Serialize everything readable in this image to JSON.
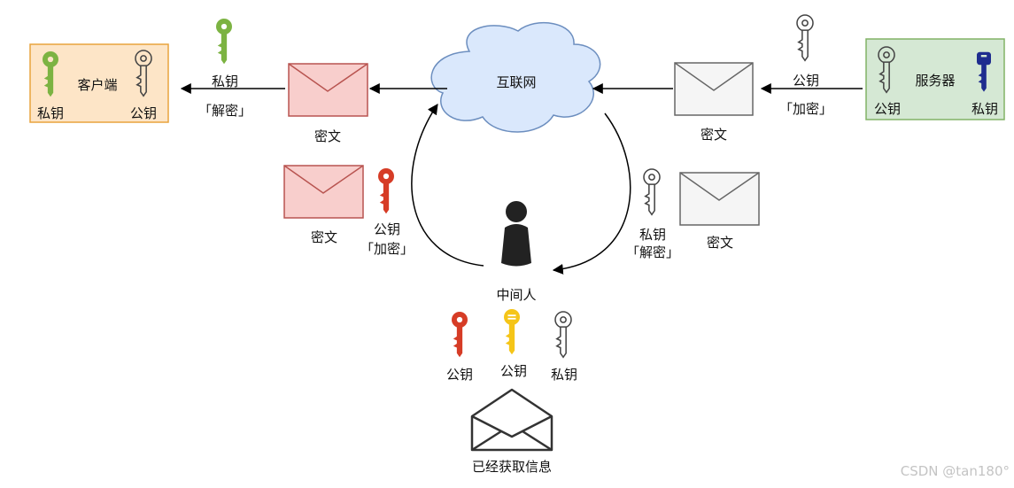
{
  "client": {
    "label": "客户端",
    "private_key_label": "私钥",
    "public_key_label": "公钥"
  },
  "server": {
    "label": "服务器",
    "public_key_label": "公钥",
    "private_key_label": "私钥"
  },
  "internet": {
    "label": "互联网"
  },
  "top_left": {
    "key_label": "私钥",
    "action_label": "「解密」",
    "envelope_label": "密文"
  },
  "top_right": {
    "key_label": "公钥",
    "action_label": "「加密」",
    "envelope_label": "密文"
  },
  "middle_left": {
    "envelope_label": "密文",
    "key_label": "公钥",
    "action_label": "「加密」"
  },
  "middle_right": {
    "key_label": "私钥",
    "action_label": "「解密」",
    "envelope_label": "密文"
  },
  "man_in_middle": {
    "label": "中间人",
    "keys": [
      {
        "label": "公钥",
        "color": "#d63c26",
        "icon": "red-key-icon"
      },
      {
        "label": "公钥",
        "color": "#f5c518",
        "icon": "yellow-key-icon"
      },
      {
        "label": "私钥",
        "color": "#ffffff",
        "icon": "outline-key-icon"
      }
    ],
    "result_label": "已经获取信息"
  },
  "watermark": "CSDN @tan180°",
  "colors": {
    "client_box_fill": "#fde5c7",
    "client_box_border": "#e8a33d",
    "server_box_fill": "#d5e8d4",
    "server_box_border": "#82b366",
    "cloud_fill": "#dae8fc",
    "cloud_border": "#6c8ebf",
    "red_envelope_fill": "#f8cecc",
    "red_envelope_border": "#b85450",
    "gray_envelope_fill": "#f5f5f5",
    "gray_envelope_border": "#666666",
    "green_key": "#7cb342",
    "blue_key": "#1f2d8f",
    "red_key": "#d63c26",
    "yellow_key": "#f5c518"
  }
}
